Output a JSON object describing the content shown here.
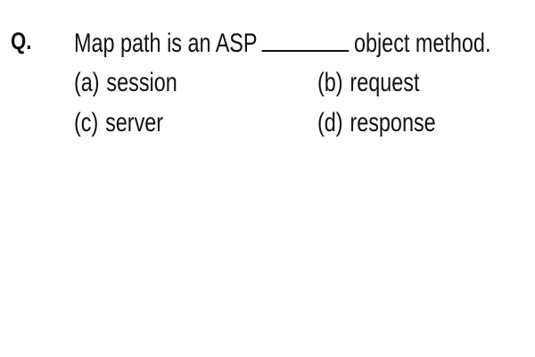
{
  "question": {
    "label": "Q.",
    "stem_before": "Map path is an ASP",
    "stem_after": "object method."
  },
  "options": [
    {
      "key": "(a)",
      "text": "session"
    },
    {
      "key": "(b)",
      "text": "request"
    },
    {
      "key": "(c)",
      "text": "server"
    },
    {
      "key": "(d)",
      "text": "response"
    }
  ]
}
